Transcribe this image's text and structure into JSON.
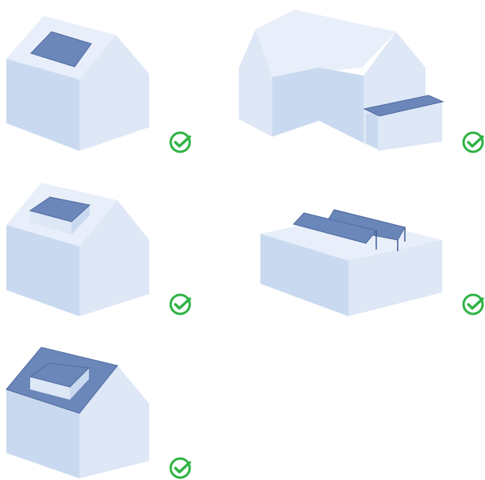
{
  "page": {
    "options": [
      {
        "id": "pitched-roof-flush",
        "icon": "house-with-roof-panel-icon",
        "selected": true,
        "check_icon": "check-circle-icon"
      },
      {
        "id": "multi-section-roof",
        "icon": "house-with-annex-panel-icon",
        "selected": true,
        "check_icon": "check-circle-icon"
      },
      {
        "id": "pitched-roof-raised",
        "icon": "house-with-raised-panel-icon",
        "selected": true,
        "check_icon": "check-circle-icon"
      },
      {
        "id": "flat-roof-mounted",
        "icon": "flat-roof-mounted-panels-icon",
        "selected": true,
        "check_icon": "check-circle-icon"
      },
      {
        "id": "integrated-roof",
        "icon": "house-with-integrated-panel-icon",
        "selected": true,
        "check_icon": "check-circle-icon"
      }
    ],
    "colors": {
      "check": "#2fb344",
      "panel": "#6b87ba",
      "wall_light": "#dde7f6",
      "wall_dark": "#c9daf0"
    }
  }
}
